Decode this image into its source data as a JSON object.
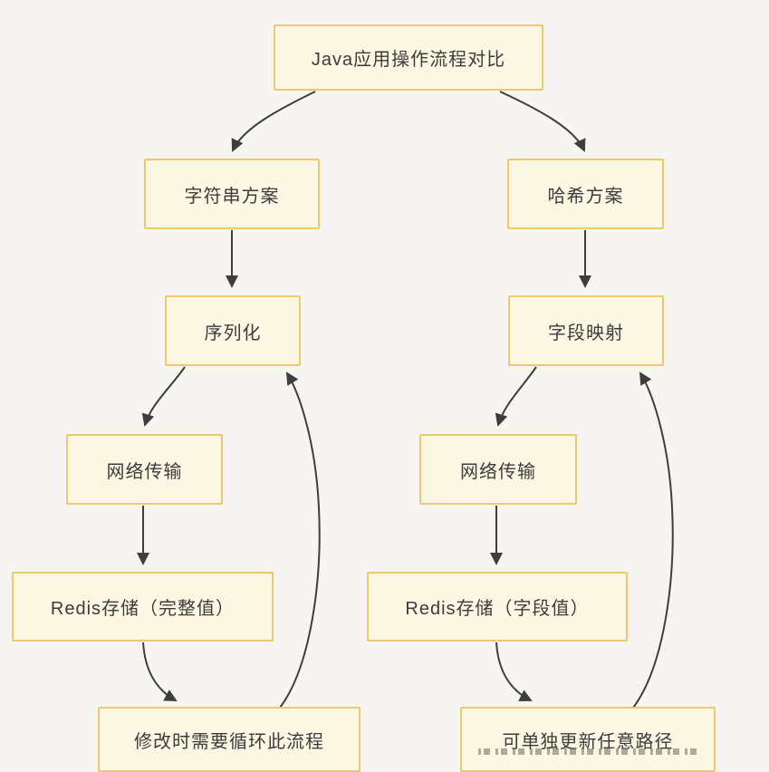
{
  "diagram": {
    "kind": "flowchart",
    "nodes": {
      "root": "Java应用操作流程对比",
      "string_plan": "字符串方案",
      "hash_plan": "哈希方案",
      "serialize": "序列化",
      "field_mapping": "字段映射",
      "network_left": "网络传输",
      "network_right": "网络传输",
      "redis_full": "Redis存储（完整值）",
      "redis_field": "Redis存储（字段值）",
      "loop_note": "修改时需要循环此流程",
      "update_note": "可单独更新任意路径"
    },
    "edges": [
      {
        "from": "root",
        "to": "string_plan"
      },
      {
        "from": "root",
        "to": "hash_plan"
      },
      {
        "from": "string_plan",
        "to": "serialize"
      },
      {
        "from": "hash_plan",
        "to": "field_mapping"
      },
      {
        "from": "serialize",
        "to": "network_left"
      },
      {
        "from": "field_mapping",
        "to": "network_right"
      },
      {
        "from": "network_left",
        "to": "redis_full"
      },
      {
        "from": "network_right",
        "to": "redis_field"
      },
      {
        "from": "redis_full",
        "to": "loop_note"
      },
      {
        "from": "redis_field",
        "to": "update_note"
      },
      {
        "from": "loop_note",
        "to": "serialize"
      },
      {
        "from": "update_note",
        "to": "field_mapping"
      }
    ]
  },
  "colors": {
    "background": "#F7F5F3",
    "node_fill": "#FCF7E2",
    "node_border": "#EDC96B",
    "text": "#3C3C3C",
    "arrow": "#3E3E3E"
  }
}
